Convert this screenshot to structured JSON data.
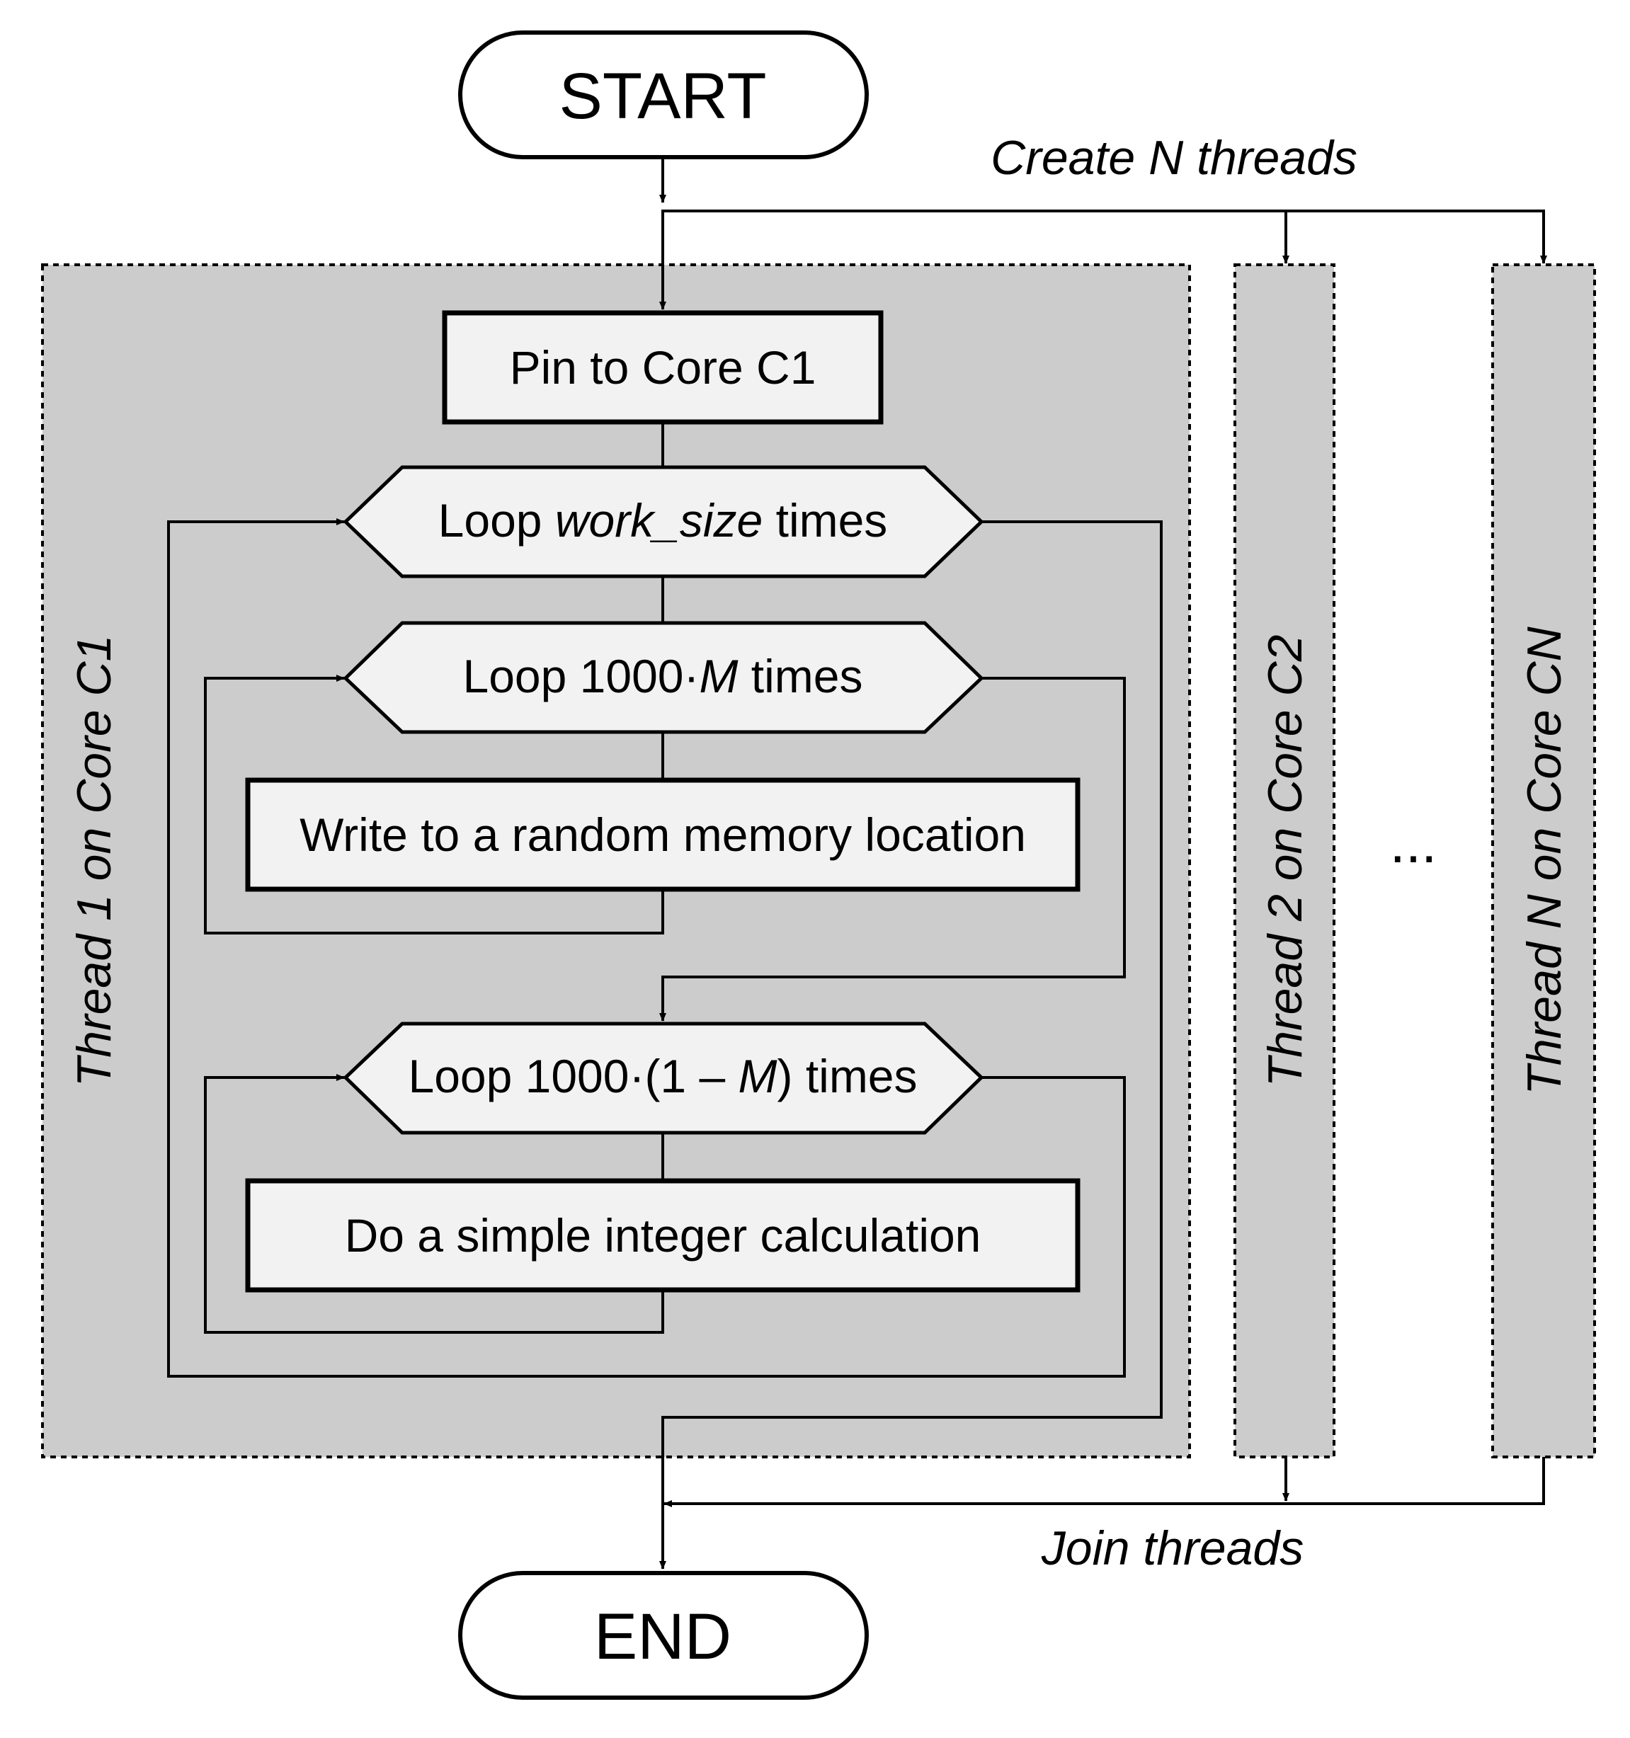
{
  "colors": {
    "panel_fill": "#cccccc",
    "node_fill": "#f2f2f2",
    "stroke": "#000000",
    "background": "#ffffff"
  },
  "terminals": {
    "start": "START",
    "end": "END"
  },
  "annotations": {
    "create": "Create N threads",
    "join": "Join threads"
  },
  "threads": {
    "t1": "Thread 1 on Core C1",
    "t2": "Thread 2 on Core C2",
    "tn": "Thread N on Core CN",
    "ellipsis": "..."
  },
  "nodes": {
    "pin": "Pin to Core C1",
    "loop_work": {
      "pre": "Loop ",
      "var": "work_size",
      "post": " times"
    },
    "loop_mem": {
      "pre": "Loop 1000·",
      "var": "M",
      "post": " times"
    },
    "write": "Write to a random memory location",
    "loop_calc": {
      "pre": "Loop 1000·(1 – ",
      "var": "M",
      "post": ") times"
    },
    "calc": "Do a simple integer calculation"
  }
}
